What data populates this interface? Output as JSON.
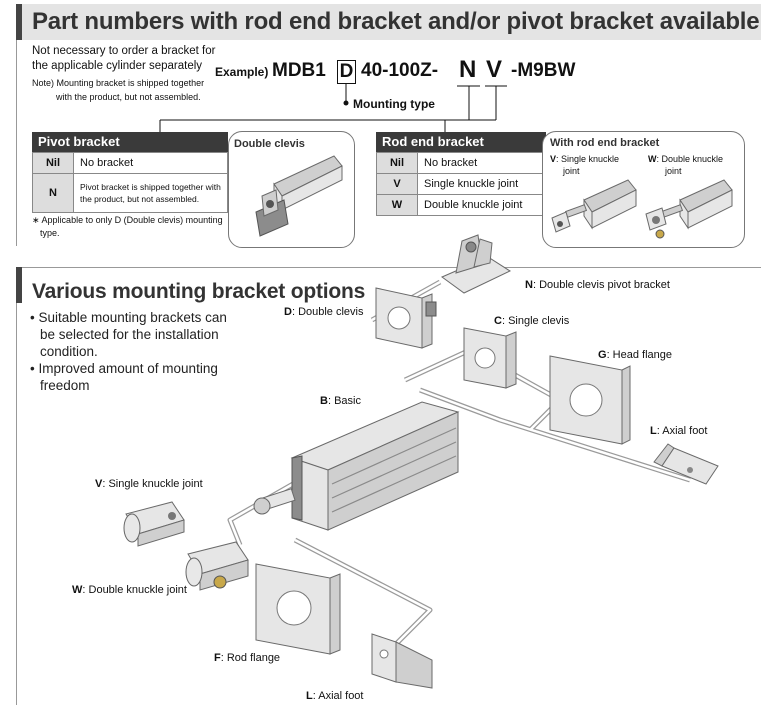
{
  "section1": {
    "title": "Part numbers with rod end bracket and/or pivot bracket available",
    "note_main_1": "Not necessary to order a bracket for",
    "note_main_2": "the applicable cylinder separately",
    "note_sub_1": "Note) Mounting bracket is shipped together",
    "note_sub_2": "with the product, but not assembled.",
    "example_label": "Example)",
    "example_prefix": "MDB1",
    "example_mount": "D",
    "example_mid": "40-100Z-",
    "example_n": "N",
    "example_v": "V",
    "example_suffix": "-M9BW",
    "mounting_type": "Mounting type"
  },
  "pivot_table": {
    "header": "Pivot bracket",
    "rows": [
      {
        "key": "Nil",
        "desc": "No bracket"
      },
      {
        "key": "N",
        "desc_1": "Pivot bracket is shipped together with",
        "desc_2": "the product, but not assembled."
      }
    ],
    "footnote_1": "∗ Applicable to only D (Double clevis) mounting",
    "footnote_2": "type."
  },
  "double_clevis_box": {
    "title": "Double clevis"
  },
  "rod_end_table": {
    "header": "Rod end bracket",
    "rows": [
      {
        "key": "Nil",
        "desc": "No bracket"
      },
      {
        "key": "V",
        "desc": "Single knuckle joint"
      },
      {
        "key": "W",
        "desc": "Double knuckle joint"
      }
    ]
  },
  "rod_end_box": {
    "title": "With rod end bracket",
    "v_key": "V",
    "v_label_1": ": Single knuckle",
    "v_label_2": "joint",
    "w_key": "W",
    "w_label_1": ": Double knuckle",
    "w_label_2": "joint"
  },
  "section2": {
    "title": "Various mounting bracket options",
    "bullet_1a": "Suitable mounting brackets can",
    "bullet_1b": "be selected for the installation",
    "bullet_1c": "condition.",
    "bullet_2a": "Improved amount of mounting",
    "bullet_2b": "freedom"
  },
  "labels": {
    "n": {
      "key": "N",
      "text": ": Double clevis pivot bracket"
    },
    "d": {
      "key": "D",
      "text": ": Double clevis"
    },
    "c": {
      "key": "C",
      "text": ": Single clevis"
    },
    "g": {
      "key": "G",
      "text": ": Head flange"
    },
    "b": {
      "key": "B",
      "text": ": Basic"
    },
    "l_top": {
      "key": "L",
      "text": ": Axial foot"
    },
    "v": {
      "key": "V",
      "text": ": Single knuckle joint"
    },
    "w": {
      "key": "W",
      "text": ": Double knuckle joint"
    },
    "f": {
      "key": "F",
      "text": ": Rod flange"
    },
    "l_bottom": {
      "key": "L",
      "text": ": Axial foot"
    }
  }
}
